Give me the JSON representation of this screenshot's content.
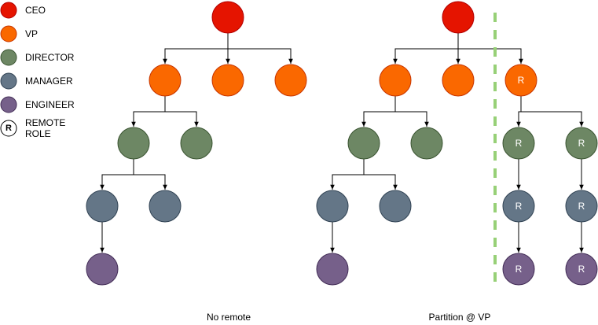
{
  "colors": {
    "ceo": "#e51400",
    "vp": "#fa6800",
    "director": "#6d8764",
    "manager": "#647687",
    "engineer": "#76608a",
    "remote_fill": "#ffffff",
    "partition": "#97d077"
  },
  "legend": {
    "items": [
      {
        "key": "ceo",
        "label": "CEO"
      },
      {
        "key": "vp",
        "label": "VP"
      },
      {
        "key": "director",
        "label": "DIRECTOR"
      },
      {
        "key": "manager",
        "label": "MANAGER"
      },
      {
        "key": "engineer",
        "label": "ENGINEER"
      }
    ],
    "remote": {
      "mark": "R",
      "label_line1": "REMOTE",
      "label_line2": "ROLE"
    }
  },
  "diagrams": {
    "left": {
      "caption": "No remote"
    },
    "right": {
      "caption": "Partition @ VP",
      "remote_mark": "R"
    }
  }
}
